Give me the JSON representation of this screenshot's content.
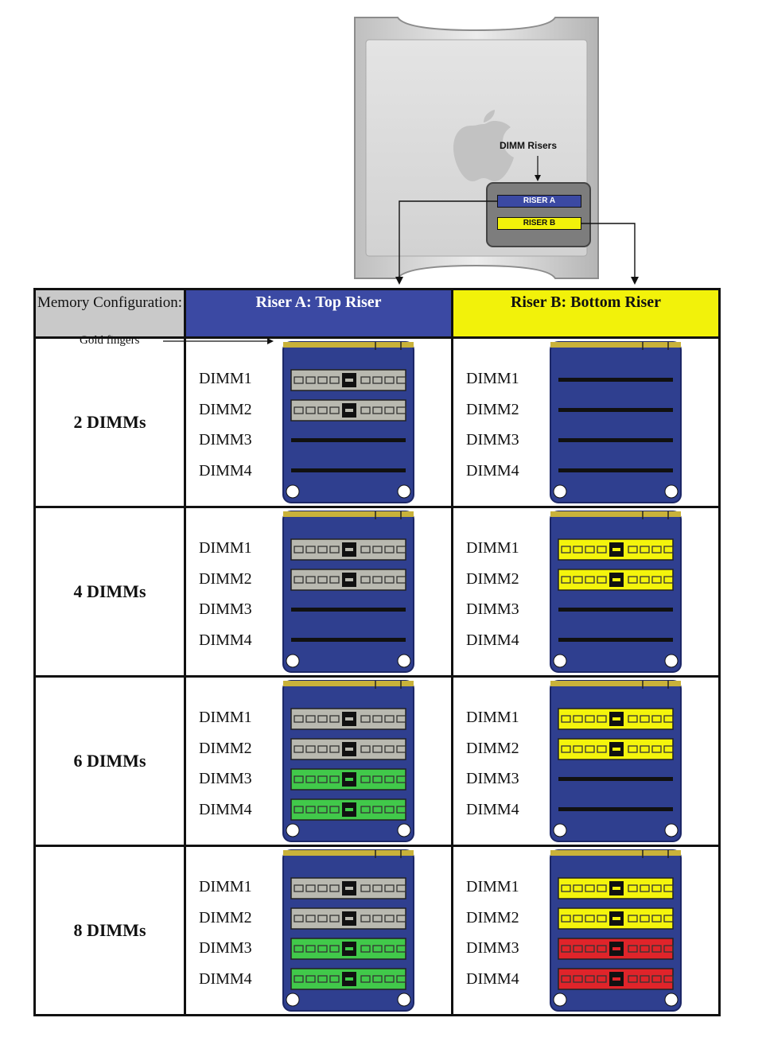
{
  "diagram": {
    "tower_callout": "DIMM Risers",
    "riser_a_box": "RISER A",
    "riser_b_box": "RISER B",
    "gold_fingers_label": "Gold fingers"
  },
  "table": {
    "header_config": "Memory Configuration:",
    "header_riser_a": "Riser A: Top Riser",
    "header_riser_b": "Riser B: Bottom Riser",
    "slot_labels": [
      "DIMM1",
      "DIMM2",
      "DIMM3",
      "DIMM4"
    ],
    "rows": [
      {
        "label": "2 DIMMs",
        "riser_a": [
          "gray",
          "gray",
          "empty",
          "empty"
        ],
        "riser_b": [
          "empty",
          "empty",
          "empty",
          "empty"
        ]
      },
      {
        "label": "4 DIMMs",
        "riser_a": [
          "gray",
          "gray",
          "empty",
          "empty"
        ],
        "riser_b": [
          "yellow",
          "yellow",
          "empty",
          "empty"
        ]
      },
      {
        "label": "6 DIMMs",
        "riser_a": [
          "gray",
          "gray",
          "green",
          "green"
        ],
        "riser_b": [
          "yellow",
          "yellow",
          "empty",
          "empty"
        ]
      },
      {
        "label": "8 DIMMs",
        "riser_a": [
          "gray",
          "gray",
          "green",
          "green"
        ],
        "riser_b": [
          "yellow",
          "yellow",
          "red",
          "red"
        ]
      }
    ]
  },
  "colors": {
    "riser_a": "#3b49a3",
    "riser_b": "#f2f20a",
    "card_blue": "#2f3f8f",
    "gold": "#c9b23a",
    "dimm_gray": "#b9b9b0",
    "dimm_yellow": "#f4f40c",
    "dimm_green": "#41c94a",
    "dimm_red": "#e0242a",
    "header_gray": "#c9c9c9"
  }
}
